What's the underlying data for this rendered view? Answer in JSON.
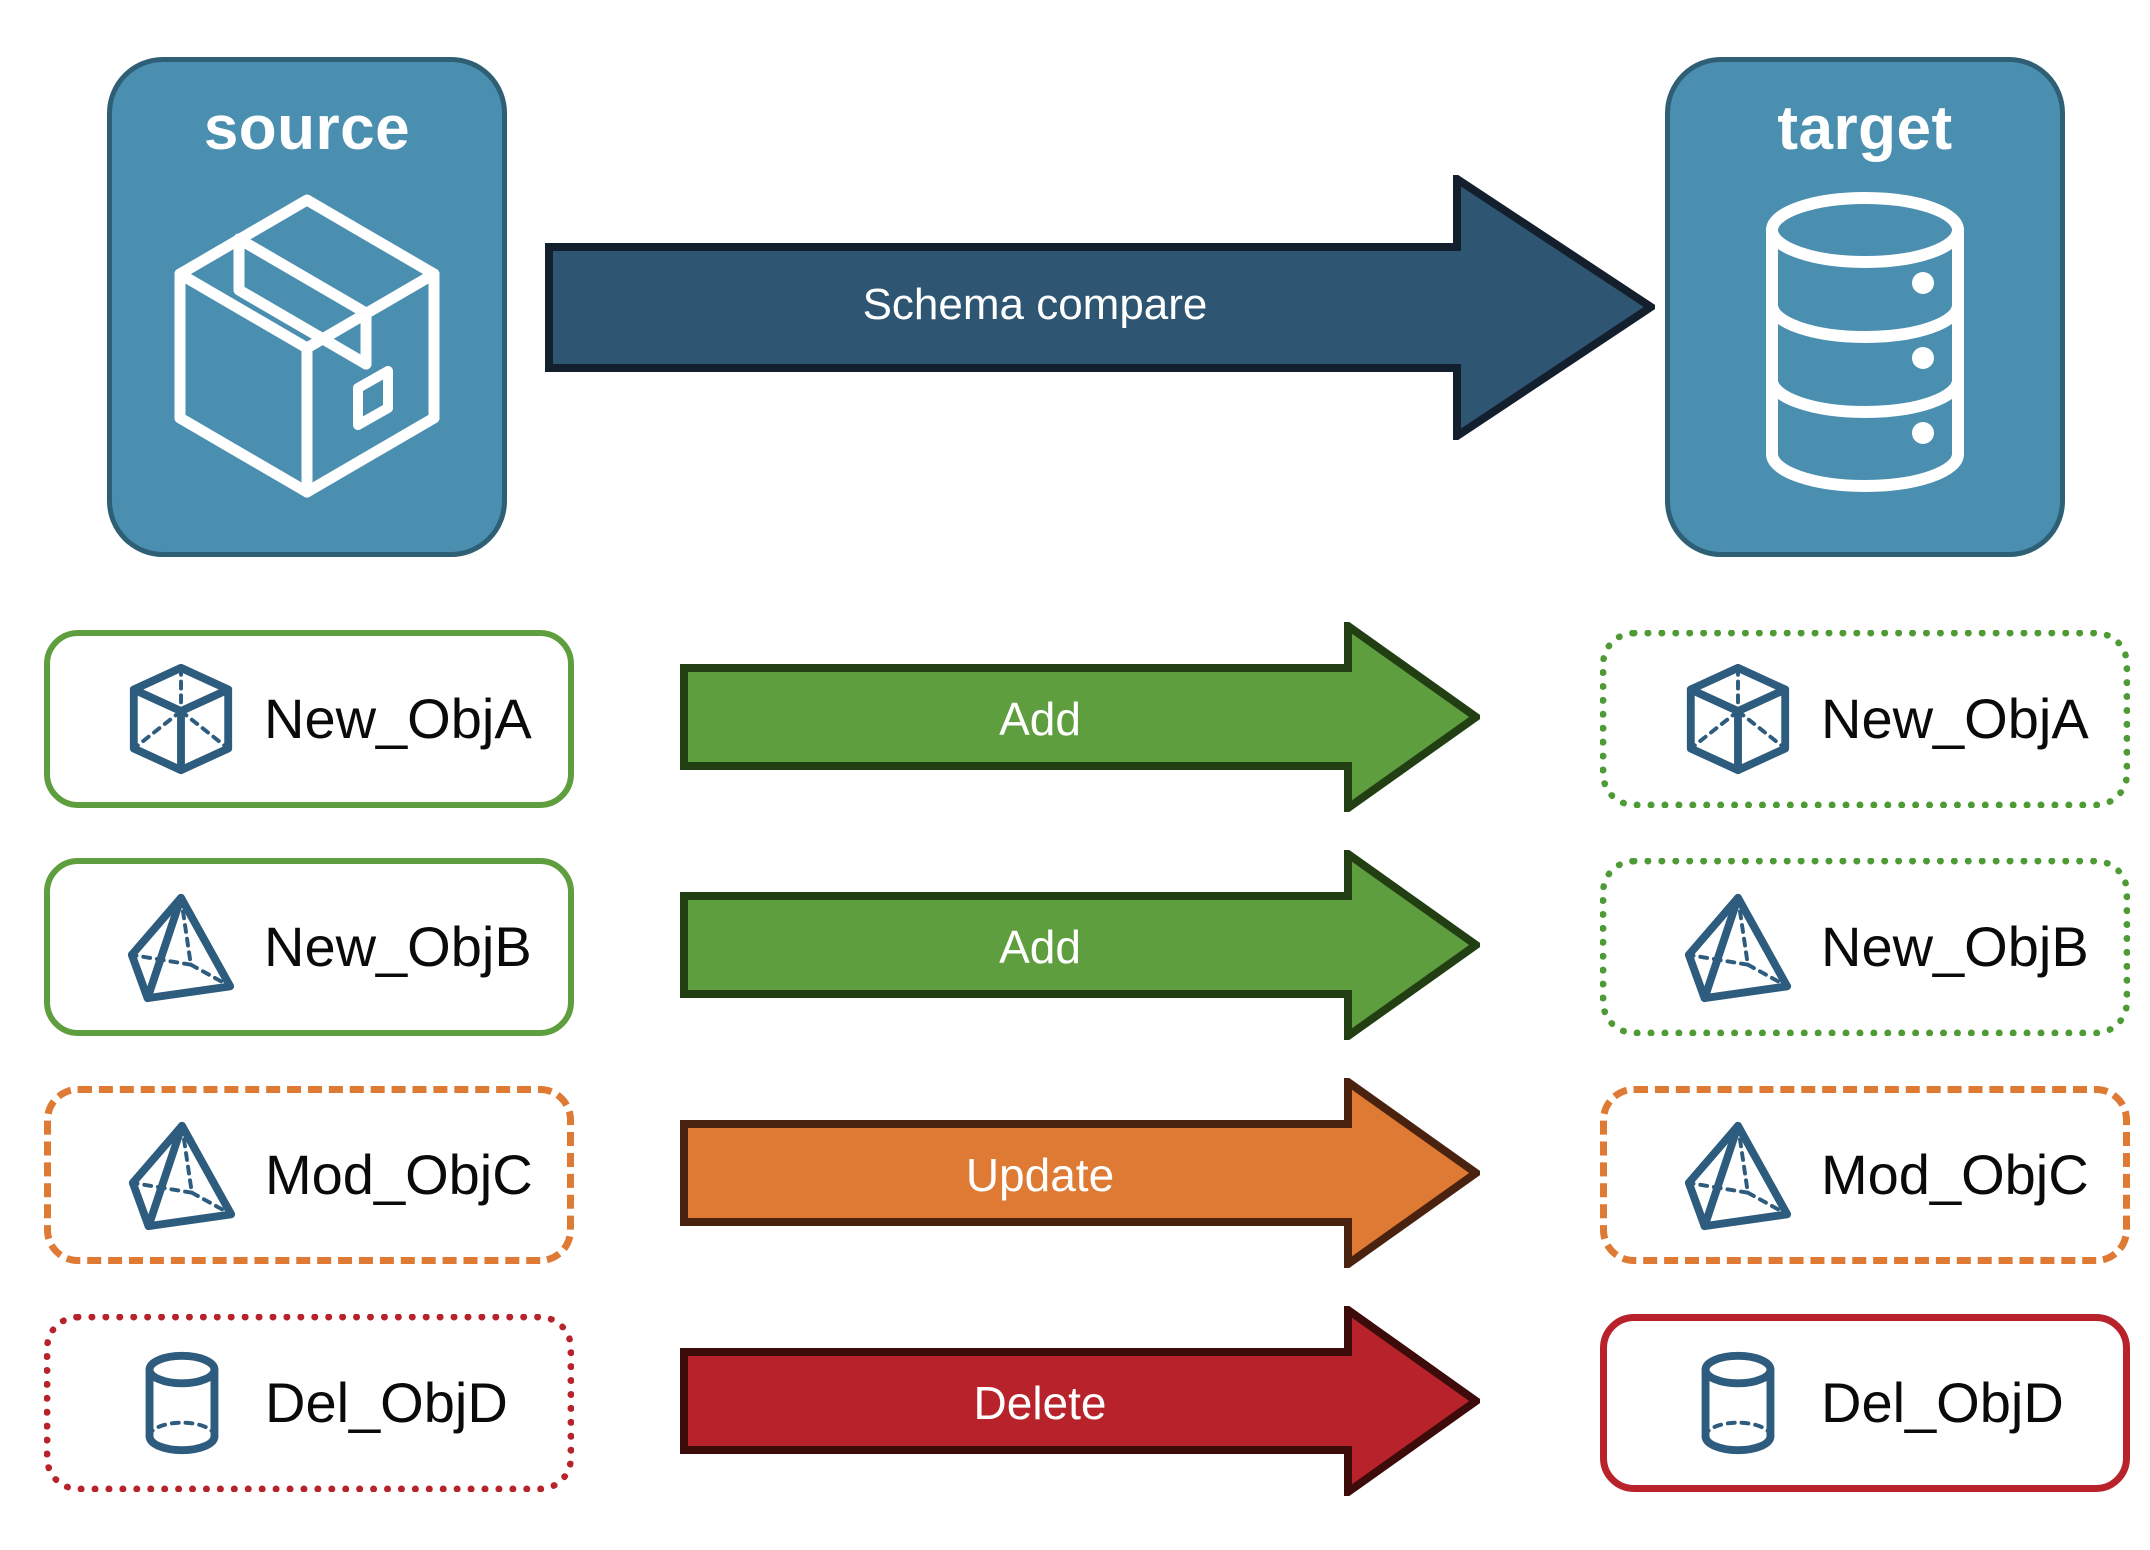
{
  "diagram": {
    "title_alt": "Schema compare between source package and target database",
    "background": "#FFFFFF"
  },
  "endpoints": {
    "source": {
      "label": "source",
      "icon": "package-box-icon",
      "fill": "#4A8FB0",
      "stroke": "#2F5F74"
    },
    "target": {
      "label": "target",
      "icon": "database-cylinder-icon",
      "fill": "#4A8FB0",
      "stroke": "#2F5F74"
    }
  },
  "main_arrow": {
    "label": "Schema compare",
    "fill": "#2E5571",
    "stroke": "#141F2E",
    "text_color": "#FFFFFF"
  },
  "rows": [
    {
      "source": {
        "label": "New_ObjA",
        "icon": "wireframe-cube-icon",
        "border_style": "solid",
        "border_color": "#5E9E3E"
      },
      "arrow": {
        "label": "Add",
        "fill": "#5E9E3E",
        "stroke": "#223F14",
        "text_color": "#FFFFFF"
      },
      "target": {
        "label": "New_ObjA",
        "icon": "wireframe-cube-icon",
        "border_style": "dotted",
        "border_color": "#4E9B36"
      }
    },
    {
      "source": {
        "label": "New_ObjB",
        "icon": "wireframe-pyramid-icon",
        "border_style": "solid",
        "border_color": "#5E9E3E"
      },
      "arrow": {
        "label": "Add",
        "fill": "#5E9E3E",
        "stroke": "#223F14",
        "text_color": "#FFFFFF"
      },
      "target": {
        "label": "New_ObjB",
        "icon": "wireframe-pyramid-icon",
        "border_style": "dotted",
        "border_color": "#4E9B36"
      }
    },
    {
      "source": {
        "label": "Mod_ObjC",
        "icon": "wireframe-pyramid-icon",
        "border_style": "dashed",
        "border_color": "#DE7A33"
      },
      "arrow": {
        "label": "Update",
        "fill": "#DE7A33",
        "stroke": "#4A2210",
        "text_color": "#FFFFFF"
      },
      "target": {
        "label": "Mod_ObjC",
        "icon": "wireframe-pyramid-icon",
        "border_style": "dashed",
        "border_color": "#DE7A33"
      }
    },
    {
      "source": {
        "label": "Del_ObjD",
        "icon": "wireframe-cylinder-icon",
        "border_style": "dotted",
        "border_color": "#B8232B"
      },
      "arrow": {
        "label": "Delete",
        "fill": "#B8232B",
        "stroke": "#3E0B0B",
        "text_color": "#FFFFFF"
      },
      "target": {
        "label": "Del_ObjD",
        "icon": "wireframe-cylinder-icon",
        "border_style": "solid",
        "border_color": "#B8232B"
      }
    }
  ],
  "palette": {
    "teal": "#4A8FB0",
    "teal_stroke": "#2F5F74",
    "navy": "#2E5571",
    "icon_blue": "#2E5C7E",
    "green": "#5E9E3E",
    "orange": "#DE7A33",
    "red": "#B8232B",
    "white": "#FFFFFF",
    "text_black": "#0A0A0A"
  }
}
